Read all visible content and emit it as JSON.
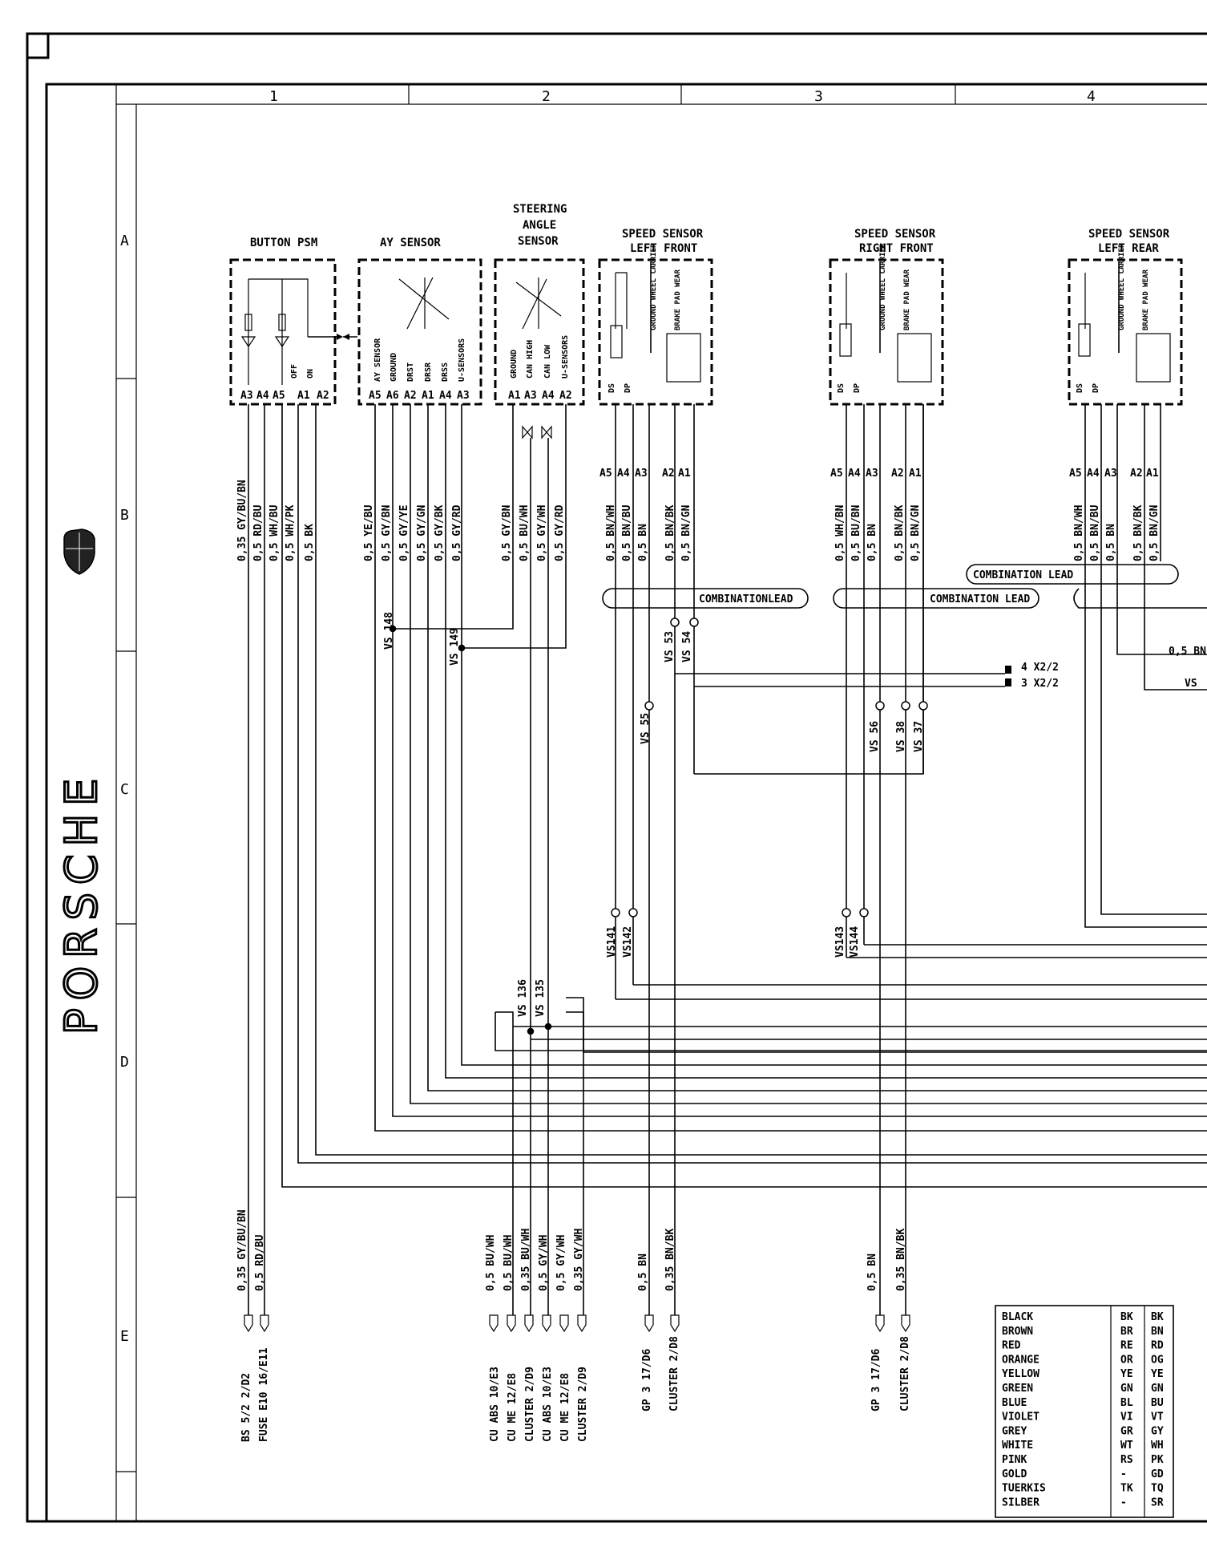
{
  "brand": "PORSCHE",
  "grid": {
    "columns": [
      "1",
      "2",
      "3",
      "4"
    ],
    "rows": [
      "A",
      "B",
      "C",
      "D",
      "E"
    ]
  },
  "components": {
    "button_psm": {
      "title": "BUTTON PSM",
      "pin_labels": [
        "OFF",
        "ON"
      ],
      "pins": [
        "A3",
        "A4",
        "A5",
        "A1",
        "A2"
      ],
      "wires": [
        "0,35 GY/BU/BN",
        "0,5 RD/BU",
        "0,5 WH/BU",
        "0,5 WH/PK",
        "0,5 BK"
      ]
    },
    "ay_sensor": {
      "title": "AY SENSOR",
      "pin_labels": [
        "AY SENSOR",
        "GROUND",
        "DRST",
        "DRSR",
        "DRSS",
        "U-SENSORS"
      ],
      "pins": [
        "A5",
        "A6",
        "A2",
        "A1",
        "A4",
        "A3"
      ],
      "wires": [
        "0,5 YE/BU",
        "0,5 GY/BN",
        "0,5 GY/YE",
        "0,5 GY/GN",
        "0,5 GY/BK",
        "0,5 GY/RD"
      ]
    },
    "steering_angle_sensor": {
      "title_lines": [
        "STEERING",
        "ANGLE",
        "SENSOR"
      ],
      "pin_labels": [
        "GROUND",
        "CAN HIGH",
        "CAN LOW",
        "U-SENSORS"
      ],
      "pins": [
        "A1",
        "A3",
        "A4",
        "A2"
      ],
      "wires": [
        "0,5 GY/BN",
        "0,5 BU/WH",
        "0,5 GY/WH",
        "0,5 GY/RD"
      ]
    },
    "speed_sensor_left_front": {
      "title_lines": [
        "SPEED SENSOR",
        "LEFT FRONT"
      ],
      "pin_labels": [
        "DS",
        "DP",
        "GROUND WHEEL CARRIER",
        "BRAKE PAD WEAR"
      ],
      "pins": [
        "A5",
        "A4",
        "A3",
        "A2",
        "A1"
      ],
      "wires": [
        "0,5 BN/WH",
        "0,5 BN/BU",
        "0,5 BN",
        "0,5 BN/BK",
        "0,5 BN/GN"
      ]
    },
    "speed_sensor_right_front": {
      "title_lines": [
        "SPEED SENSOR",
        "RIGHT FRONT"
      ],
      "pin_labels": [
        "DS",
        "DP",
        "GROUND WHEEL CARRIER",
        "BRAKE PAD WEAR"
      ],
      "pins": [
        "A5",
        "A4",
        "A3",
        "A2",
        "A1"
      ],
      "wires": [
        "0,5 WH/BN",
        "0,5 BU/BN",
        "0,5 BN",
        "0,5 BN/BK",
        "0,5 BN/GN"
      ]
    },
    "speed_sensor_left_rear": {
      "title_lines": [
        "SPEED SENSOR",
        "LEFT REAR"
      ],
      "pin_labels": [
        "DS",
        "DP",
        "GROUND WHEEL CARRIER",
        "BRAKE PAD WEAR"
      ],
      "pins": [
        "A5",
        "A4",
        "A3",
        "A2",
        "A1"
      ],
      "wires": [
        "0,5 BN/WH",
        "0,5 BN/BU",
        "0,5 BN",
        "0,5 BN/BK",
        "0,5 BN/GN"
      ]
    }
  },
  "combination_leads": [
    "COMBINATIONLEAD",
    "COMBINATION LEAD",
    "COMBINATION LEAD"
  ],
  "splices": [
    "VS 148",
    "VS 149",
    "VS 53",
    "VS 54",
    "VS 55",
    "VS 56",
    "VS 38",
    "VS 37",
    "VS141",
    "VS142",
    "VS143",
    "VS144",
    "VS 136",
    "VS 135"
  ],
  "connectors": [
    "4 X2/2",
    "3 X2/2"
  ],
  "partial_labels": [
    "0,5 BN",
    "VS"
  ],
  "bottom_wires": [
    "0,35 GY/BU/BN",
    "0,5 RD/BU",
    "0,5 BU/WH",
    "0,5 BU/WH",
    "0,35 BU/WH",
    "0,5 GY/WH",
    "0,5 GY/WH",
    "0,35 GY/WH",
    "0,5 BN",
    "0,35 BN/BK",
    "0,5 BN",
    "0,35 BN/BK"
  ],
  "destinations": [
    "BS 5/2  2/D2",
    "FUSE E10 16/E11",
    "CU ABS 10/E3",
    "CU ME 12/E8",
    "CLUSTER  2/D9",
    "CU ABS 10/E3",
    "CU ME 12/E8",
    "CLUSTER  2/D9",
    "GP 3   17/D6",
    "CLUSTER   2/D8",
    "GP 3   17/D6",
    "CLUSTER   2/D8"
  ],
  "color_legend": [
    {
      "name": "BLACK",
      "de": "BK",
      "en": "BK"
    },
    {
      "name": "BROWN",
      "de": "BR",
      "en": "BN"
    },
    {
      "name": "RED",
      "de": "RE",
      "en": "RD"
    },
    {
      "name": "ORANGE",
      "de": "OR",
      "en": "OG"
    },
    {
      "name": "YELLOW",
      "de": "YE",
      "en": "YE"
    },
    {
      "name": "GREEN",
      "de": "GN",
      "en": "GN"
    },
    {
      "name": "BLUE",
      "de": "BL",
      "en": "BU"
    },
    {
      "name": "VIOLET",
      "de": "VI",
      "en": "VT"
    },
    {
      "name": "GREY",
      "de": "GR",
      "en": "GY"
    },
    {
      "name": "WHITE",
      "de": "WT",
      "en": "WH"
    },
    {
      "name": "PINK",
      "de": "RS",
      "en": "PK"
    },
    {
      "name": "GOLD",
      "de": "-",
      "en": "GD"
    },
    {
      "name": "TUERKIS",
      "de": "TK",
      "en": "TQ"
    },
    {
      "name": "SILBER",
      "de": "-",
      "en": "SR"
    }
  ]
}
